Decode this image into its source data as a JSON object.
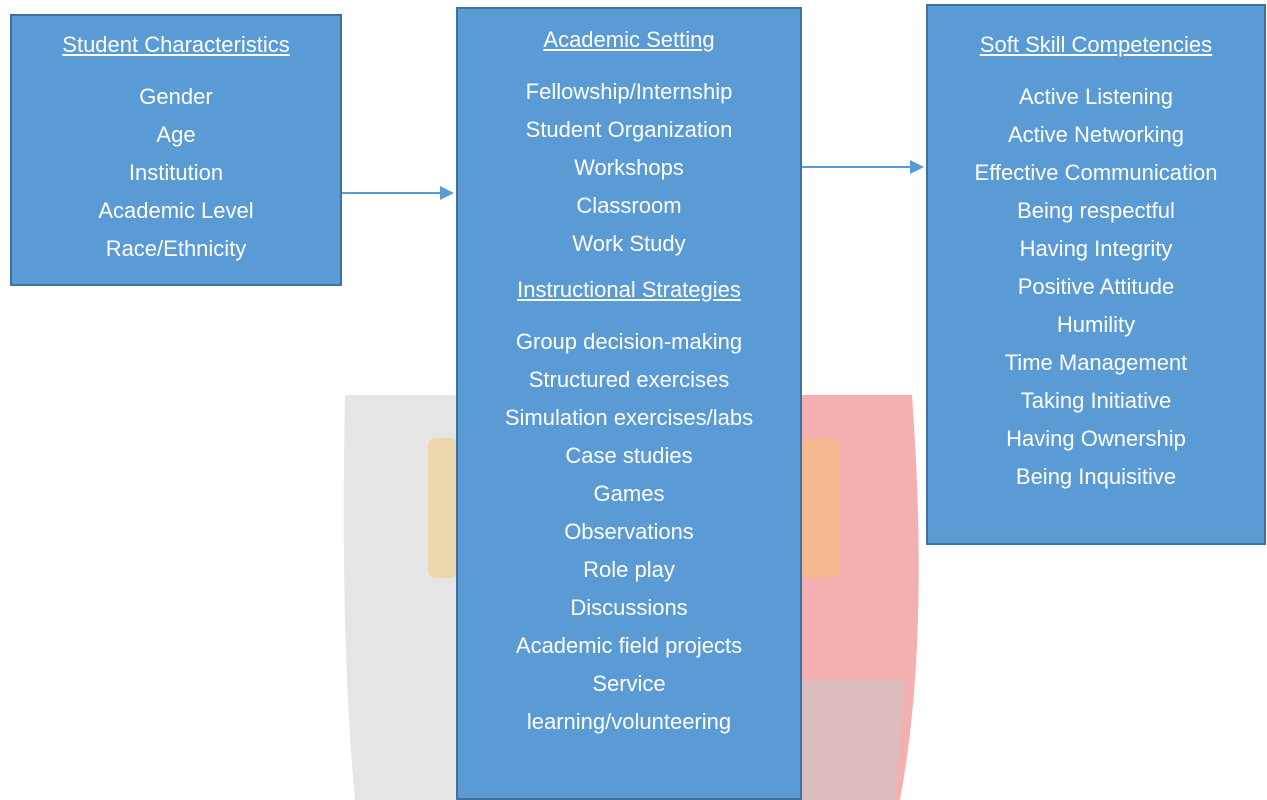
{
  "colors": {
    "box_fill": "#5b9bd5",
    "box_border": "#41719c",
    "arrow": "#5b9bd5",
    "text": "#ffffff"
  },
  "watermark": {
    "shape": "shield-icon",
    "colors": [
      "#c8c8c8",
      "#e03a3a",
      "#f3b24a"
    ]
  },
  "student": {
    "heading": "Student Characteristics",
    "items": [
      "Gender",
      "Age",
      "Institution",
      "Academic Level",
      "Race/Ethnicity"
    ]
  },
  "academic": {
    "heading": "Academic Setting",
    "items": [
      "Fellowship/Internship",
      "Student Organization",
      "Workshops",
      "Classroom",
      "Work Study"
    ],
    "heading2": "Instructional Strategies",
    "strategies": [
      "Group decision-making",
      "Structured exercises",
      "Simulation exercises/labs",
      "Case studies",
      "Games",
      "Observations",
      "Role play",
      "Discussions",
      "Academic field projects",
      "Service",
      "learning/volunteering"
    ]
  },
  "soft": {
    "heading": "Soft Skill Competencies",
    "items": [
      "Active Listening",
      "Active Networking",
      "Effective Communication",
      "Being respectful",
      "Having Integrity",
      "Positive Attitude",
      "Humility",
      "Time Management",
      "Taking Initiative",
      "Having Ownership",
      "Being Inquisitive"
    ]
  }
}
